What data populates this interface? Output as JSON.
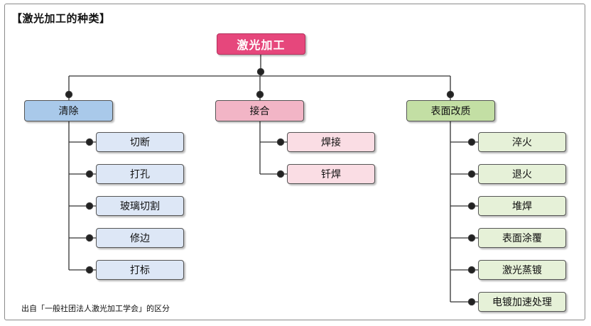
{
  "title": "【激光加工的种类】",
  "root": "激光加工",
  "categories": [
    {
      "label": "清除",
      "color": "#a9c9ea",
      "items": [
        "切断",
        "打孔",
        "玻璃切割",
        "修边",
        "打标"
      ]
    },
    {
      "label": "接合",
      "color": "#f2b5c6",
      "items": [
        "焊接",
        "钎焊"
      ]
    },
    {
      "label": "表面改质",
      "color": "#c3dfa4",
      "items": [
        "淬火",
        "退火",
        "堆焊",
        "表面涂覆",
        "激光蒸镀",
        "电镀加速处理"
      ]
    }
  ],
  "source_note": "出自「一般社团法人激光加工学会」的区分"
}
